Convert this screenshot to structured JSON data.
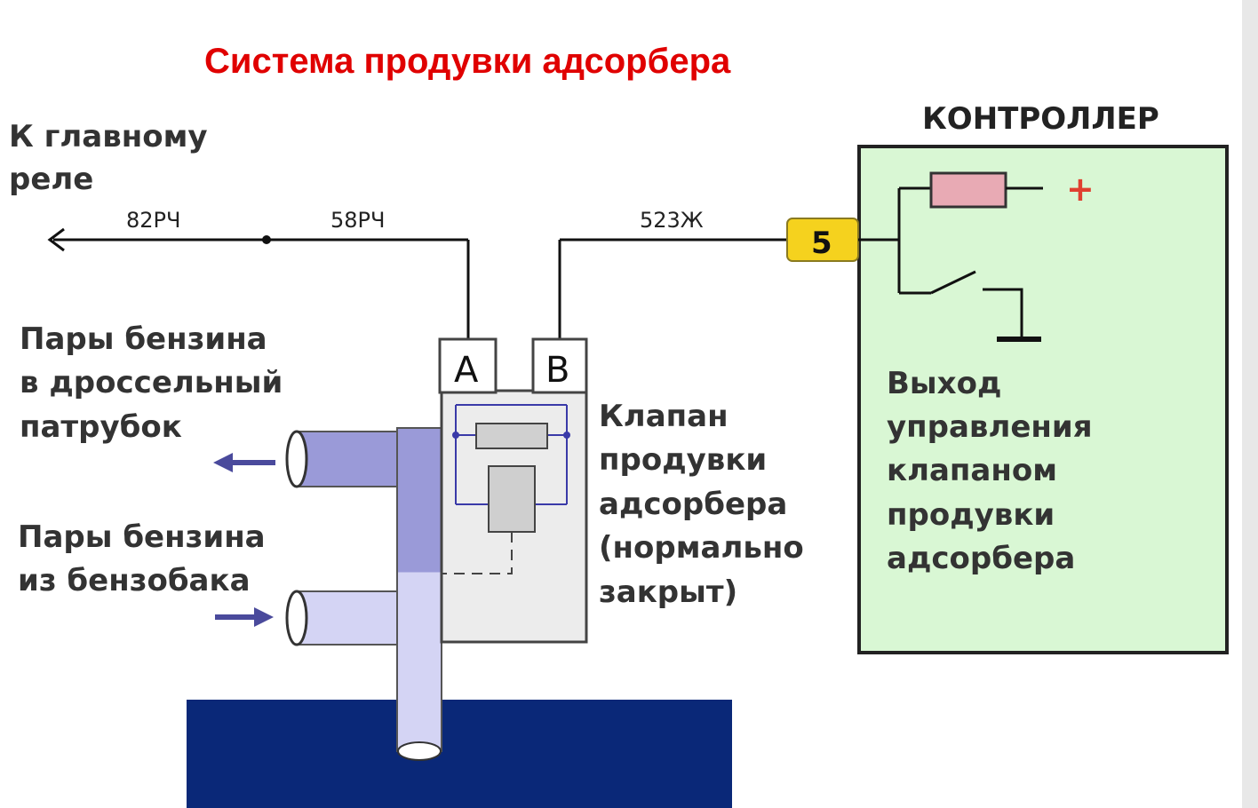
{
  "title": "Система продувки адсорбера",
  "labels": {
    "main_relay": [
      "К главному",
      "реле"
    ],
    "vapors_throttle": [
      "Пары бензина",
      "в дроссельный",
      "патрубок"
    ],
    "vapors_tank": [
      "Пары бензина",
      "из бензобака"
    ],
    "valve": [
      "Клапан",
      "продувки",
      "адсорбера",
      "(нормально",
      "закрыт)"
    ],
    "controller_output": [
      "Выход",
      "управления",
      "клапаном",
      "продувки",
      "адсорбера"
    ]
  },
  "controller": {
    "title": "КОНТРОЛЛЕР",
    "pin": "5",
    "plus": "+"
  },
  "wires": {
    "w1": "82РЧ",
    "w2": "58РЧ",
    "w3": "523Ж"
  },
  "pins": {
    "a": "A",
    "b": "B"
  },
  "colors": {
    "title": "#e00000",
    "controller_fill": "#d9f7d4",
    "pipe_dark": "#9a9ad8",
    "pipe_light": "#d4d4f4",
    "tank": "#0a2878",
    "pin5": "#f5d21e",
    "resistor": "#e8aab4",
    "arrow": "#4a4a9c"
  }
}
